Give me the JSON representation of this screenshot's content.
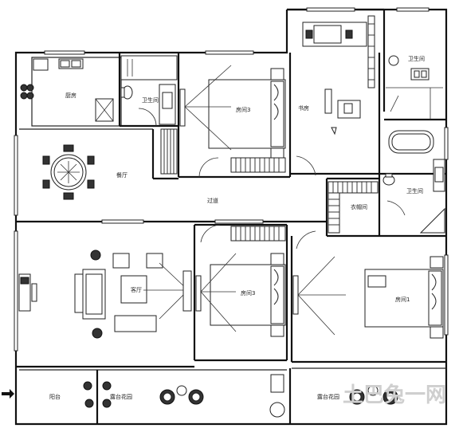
{
  "rooms": {
    "kitchen": "厨房",
    "bath_small": "卫生间",
    "bedroom3_top": "房间3",
    "study": "书房",
    "bath_right": "卫生间",
    "dining": "餐厅",
    "corridor": "过道",
    "closet": "衣帽间",
    "bath_master": "卫生间",
    "living": "客厅",
    "bedroom3_mid": "房间3",
    "bedroom1": "房间1",
    "balcony_left": "阳台",
    "balcony_mid": "露台花园",
    "balcony_right": "露台花园"
  },
  "watermark": {
    "text": "土巴兔一网"
  }
}
